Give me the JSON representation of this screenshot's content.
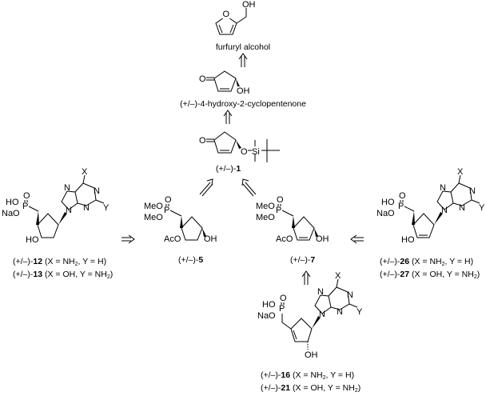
{
  "title": "Retrosynthesis scheme",
  "compounds": {
    "furfuryl": {
      "label": "furfuryl alcohol",
      "atoms": {
        "O_ring": "O",
        "OH": "OH"
      }
    },
    "hydroxycyclopentenone": {
      "label": "(+/–)-4-hydroxy-2-cyclopentenone",
      "atoms": {
        "O": "O",
        "OH": "OH"
      }
    },
    "c1": {
      "prefix": "(+/–)-",
      "number": "1",
      "atoms": {
        "O": "O",
        "OSi": "O",
        "Si": "Si"
      }
    },
    "c5": {
      "prefix": "(+/–)-",
      "number": "5",
      "atoms": {
        "MeO1": "MeO",
        "MeO2": "MeO",
        "P": "P",
        "O": "O",
        "AcO": "AcO",
        "OH": "OH"
      }
    },
    "c7": {
      "prefix": "(+/–)-",
      "number": "7",
      "atoms": {
        "MeO1": "MeO",
        "MeO2": "MeO",
        "P": "P",
        "O": "O",
        "AcO": "AcO",
        "OH": "OH"
      }
    },
    "c12_13": {
      "atoms": {
        "HO": "HO",
        "NaO": "NaO",
        "P": "P",
        "O": "O",
        "HO_ring": "HO",
        "X": "X",
        "Y": "Y",
        "N": "N"
      },
      "lines": [
        {
          "prefix": "(+/–)-",
          "number": "12",
          "x": "NH",
          "x_sub": "2",
          "y": "H"
        },
        {
          "prefix": "(+/–)-",
          "number": "13",
          "x": "OH",
          "y": "NH",
          "y_sub": "2"
        }
      ]
    },
    "c26_27": {
      "atoms": {
        "HO": "HO",
        "NaO": "NaO",
        "P": "P",
        "O": "O",
        "HO_ring": "HO",
        "X": "X",
        "Y": "Y",
        "N": "N"
      },
      "lines": [
        {
          "prefix": "(+/–)-",
          "number": "26",
          "x": "NH",
          "x_sub": "2",
          "y": "H"
        },
        {
          "prefix": "(+/–)-",
          "number": "27",
          "x": "OH",
          "y": "NH",
          "y_sub": "2"
        }
      ]
    },
    "c16_21": {
      "atoms": {
        "HO": "HO",
        "NaO": "NaO",
        "P": "P",
        "O": "O",
        "OH": "OH",
        "X": "X",
        "Y": "Y",
        "N": "N"
      },
      "lines": [
        {
          "prefix": "(+/–)-",
          "number": "16",
          "x": "NH",
          "x_sub": "2",
          "y": "H"
        },
        {
          "prefix": "(+/–)-",
          "number": "21",
          "x": "OH",
          "y": "NH",
          "y_sub": "2"
        }
      ]
    }
  },
  "arrows": [
    "retrosynthetic-arrow",
    "retrosynthetic-arrow",
    "retrosynthetic-arrow",
    "retrosynthetic-arrow",
    "retrosynthetic-arrow",
    "retrosynthetic-arrow",
    "retrosynthetic-arrow"
  ]
}
